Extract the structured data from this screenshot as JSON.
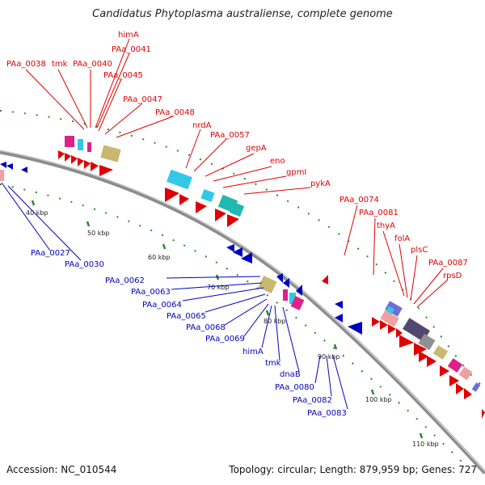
{
  "title": "Candidatus Phytoplasma australiense, complete genome",
  "accession": "Accession: NC_010544",
  "topology": "Topology: circular; Length: 879,959 bp; Genes: 727",
  "colors": {
    "forward": "#e00000",
    "reverse": "#0000c0",
    "backbone": "#8c8c8c",
    "gc_dots": "#2a8a2a"
  },
  "ticks": [
    "40 kbp",
    "50 kbp",
    "60 kbp",
    "70 kbp",
    "80 kbp",
    "90 kbp",
    "100 kbp",
    "110 kbp"
  ],
  "outer_labels": [
    "himA",
    "PAa_0041",
    "PAa_0038",
    "tmk",
    "PAa_0040",
    "PAa_0045",
    "PAa_0047",
    "PAa_0048",
    "nrdA",
    "PAa_0057",
    "gepA",
    "eno",
    "gpmI",
    "pykA",
    "PAa_0074",
    "PAa_0081",
    "thyA",
    "folA",
    "plsC",
    "PAa_0087",
    "rpsD"
  ],
  "inner_labels": [
    "PAa_0027",
    "PAa_0030",
    "PAa_0062",
    "PAa_0063",
    "PAa_0064",
    "PAa_0065",
    "PAa_0068",
    "PAa_0069",
    "himA",
    "tmk",
    "dnaB",
    "PAa_0080",
    "PAa_0082",
    "PAa_0083"
  ]
}
